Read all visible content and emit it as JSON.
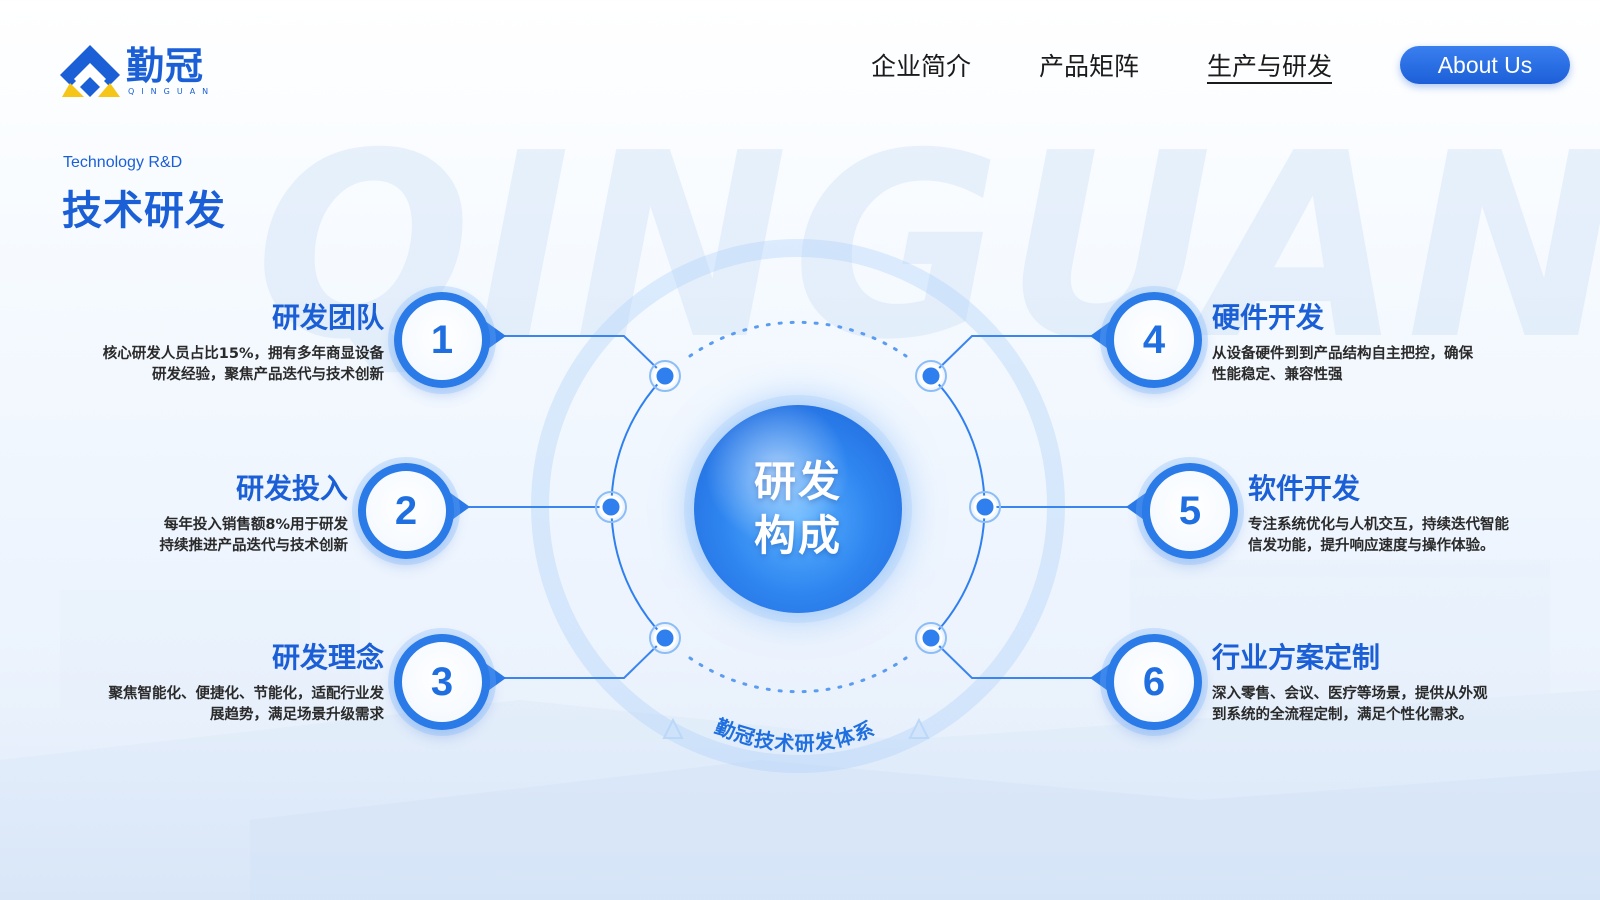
{
  "header": {
    "logo": {
      "cn": "勤冠",
      "en": "QINGUAN"
    },
    "nav": {
      "items": [
        {
          "label": "企业简介"
        },
        {
          "label": "产品矩阵"
        },
        {
          "label": "生产与研发",
          "active": true
        }
      ],
      "about_button": "About Us"
    }
  },
  "section": {
    "subtitle": "Technology R&D",
    "title": "技术研发",
    "watermark": "QINGUAN"
  },
  "diagram": {
    "center": {
      "line1": "研发",
      "line2": "构成"
    },
    "arc_label": "勤冠技术研发体系",
    "items": [
      {
        "number": "1",
        "title": "研发团队",
        "desc1": "核心研发人员占比15%，拥有多年商显设备",
        "desc2": "研发经验，聚焦产品迭代与技术创新"
      },
      {
        "number": "2",
        "title": "研发投入",
        "desc1": "每年投入销售额8%用于研发",
        "desc2": "持续推进产品迭代与技术创新"
      },
      {
        "number": "3",
        "title": "研发理念",
        "desc1": "聚焦智能化、便捷化、节能化，适配行业发",
        "desc2": "展趋势，满足场景升级需求"
      },
      {
        "number": "4",
        "title": "硬件开发",
        "desc1": "从设备硬件到到产品结构自主把控，确保",
        "desc2": "性能稳定、兼容性强"
      },
      {
        "number": "5",
        "title": "软件开发",
        "desc1": "专注系统优化与人机交互，持续迭代智能",
        "desc2": "信发功能，提升响应速度与操作体验。"
      },
      {
        "number": "6",
        "title": "行业方案定制",
        "desc1": "深入零售、会议、医疗等场景，提供从外观",
        "desc2": "到系统的全流程定制，满足个性化需求。"
      }
    ]
  },
  "colors": {
    "primary": "#1b5fd6",
    "accent": "#2a7ae8",
    "logo_yellow": "#f5c518"
  }
}
